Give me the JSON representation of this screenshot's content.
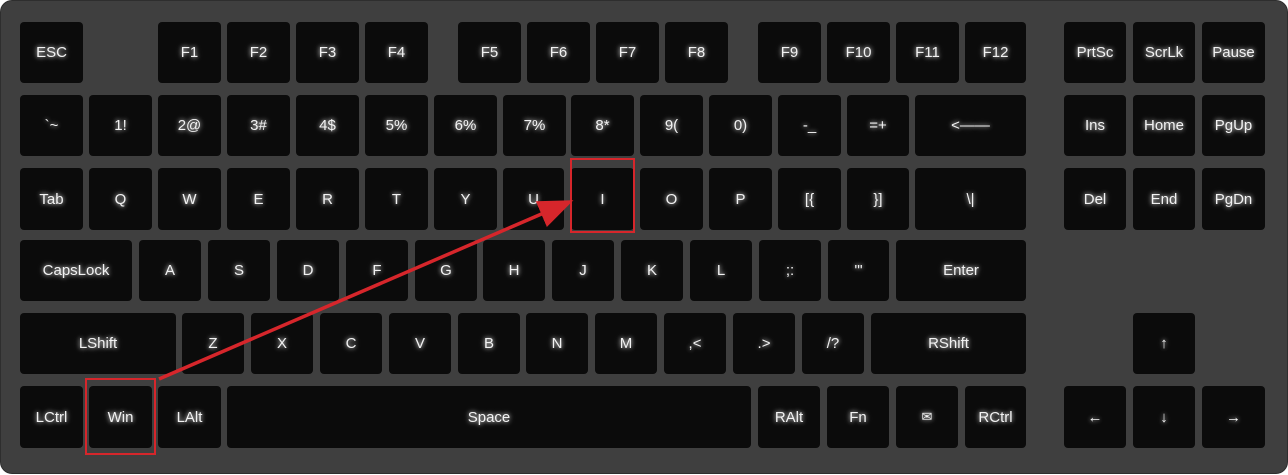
{
  "keyboard": {
    "keys": [
      {
        "id": "esc",
        "label": "ESC"
      },
      {
        "id": "f1",
        "label": "F1"
      },
      {
        "id": "f2",
        "label": "F2"
      },
      {
        "id": "f3",
        "label": "F3"
      },
      {
        "id": "f4",
        "label": "F4"
      },
      {
        "id": "f5",
        "label": "F5"
      },
      {
        "id": "f6",
        "label": "F6"
      },
      {
        "id": "f7",
        "label": "F7"
      },
      {
        "id": "f8",
        "label": "F8"
      },
      {
        "id": "f9",
        "label": "F9"
      },
      {
        "id": "f10",
        "label": "F10"
      },
      {
        "id": "f11",
        "label": "F11"
      },
      {
        "id": "f12",
        "label": "F12"
      },
      {
        "id": "prtsc",
        "label": "PrtSc"
      },
      {
        "id": "scrlk",
        "label": "ScrLk"
      },
      {
        "id": "pause",
        "label": "Pause"
      },
      {
        "id": "backtick",
        "label": "`~"
      },
      {
        "id": "1",
        "label": "1!"
      },
      {
        "id": "2",
        "label": "2@"
      },
      {
        "id": "3",
        "label": "3#"
      },
      {
        "id": "4",
        "label": "4$"
      },
      {
        "id": "5",
        "label": "5%"
      },
      {
        "id": "6",
        "label": "6%"
      },
      {
        "id": "7",
        "label": "7%"
      },
      {
        "id": "8",
        "label": "8*"
      },
      {
        "id": "9",
        "label": "9("
      },
      {
        "id": "0",
        "label": "0)"
      },
      {
        "id": "minus",
        "label": "-_"
      },
      {
        "id": "equals",
        "label": "=+"
      },
      {
        "id": "backspace",
        "label": "<——"
      },
      {
        "id": "ins",
        "label": "Ins"
      },
      {
        "id": "home",
        "label": "Home"
      },
      {
        "id": "pgup",
        "label": "PgUp"
      },
      {
        "id": "tab",
        "label": "Tab"
      },
      {
        "id": "q",
        "label": "Q"
      },
      {
        "id": "w",
        "label": "W"
      },
      {
        "id": "e",
        "label": "E"
      },
      {
        "id": "r",
        "label": "R"
      },
      {
        "id": "t",
        "label": "T"
      },
      {
        "id": "y",
        "label": "Y"
      },
      {
        "id": "u",
        "label": "U"
      },
      {
        "id": "i",
        "label": "I"
      },
      {
        "id": "o",
        "label": "O"
      },
      {
        "id": "p",
        "label": "P"
      },
      {
        "id": "lbracket",
        "label": "[{"
      },
      {
        "id": "rbracket",
        "label": "}]"
      },
      {
        "id": "backslash",
        "label": "\\|"
      },
      {
        "id": "del",
        "label": "Del"
      },
      {
        "id": "end",
        "label": "End"
      },
      {
        "id": "pgdn",
        "label": "PgDn"
      },
      {
        "id": "capslock",
        "label": "CapsLock"
      },
      {
        "id": "a",
        "label": "A"
      },
      {
        "id": "s",
        "label": "S"
      },
      {
        "id": "d",
        "label": "D"
      },
      {
        "id": "f",
        "label": "F"
      },
      {
        "id": "g",
        "label": "G"
      },
      {
        "id": "h",
        "label": "H"
      },
      {
        "id": "j",
        "label": "J"
      },
      {
        "id": "k",
        "label": "K"
      },
      {
        "id": "l",
        "label": "L"
      },
      {
        "id": "semicolon",
        "label": ";:"
      },
      {
        "id": "quote",
        "label": "'\""
      },
      {
        "id": "enter",
        "label": "Enter"
      },
      {
        "id": "lshift",
        "label": "LShift"
      },
      {
        "id": "z",
        "label": "Z"
      },
      {
        "id": "x",
        "label": "X"
      },
      {
        "id": "c",
        "label": "C"
      },
      {
        "id": "v",
        "label": "V"
      },
      {
        "id": "b",
        "label": "B"
      },
      {
        "id": "n",
        "label": "N"
      },
      {
        "id": "m",
        "label": "M"
      },
      {
        "id": "comma",
        "label": ",<"
      },
      {
        "id": "period",
        "label": ".>"
      },
      {
        "id": "slash",
        "label": "/?"
      },
      {
        "id": "rshift",
        "label": "RShift"
      },
      {
        "id": "up",
        "label": "↑"
      },
      {
        "id": "lctrl",
        "label": "LCtrl"
      },
      {
        "id": "win",
        "label": "Win"
      },
      {
        "id": "lalt",
        "label": "LAlt"
      },
      {
        "id": "space",
        "label": "Space"
      },
      {
        "id": "ralt",
        "label": "RAlt"
      },
      {
        "id": "fn",
        "label": "Fn"
      },
      {
        "id": "menu",
        "label": "✉"
      },
      {
        "id": "rctrl",
        "label": "RCtrl"
      },
      {
        "id": "left",
        "label": "←"
      },
      {
        "id": "down",
        "label": "↓"
      },
      {
        "id": "right",
        "label": "→"
      }
    ]
  },
  "annotation": {
    "highlighted_keys": [
      "win",
      "i"
    ],
    "arrow_from": "win",
    "arrow_to": "i",
    "color": "#d6262b"
  },
  "colors": {
    "board": "#3f3f3f",
    "key": "#0b0b0b",
    "key_text": "#f2f2f2"
  }
}
